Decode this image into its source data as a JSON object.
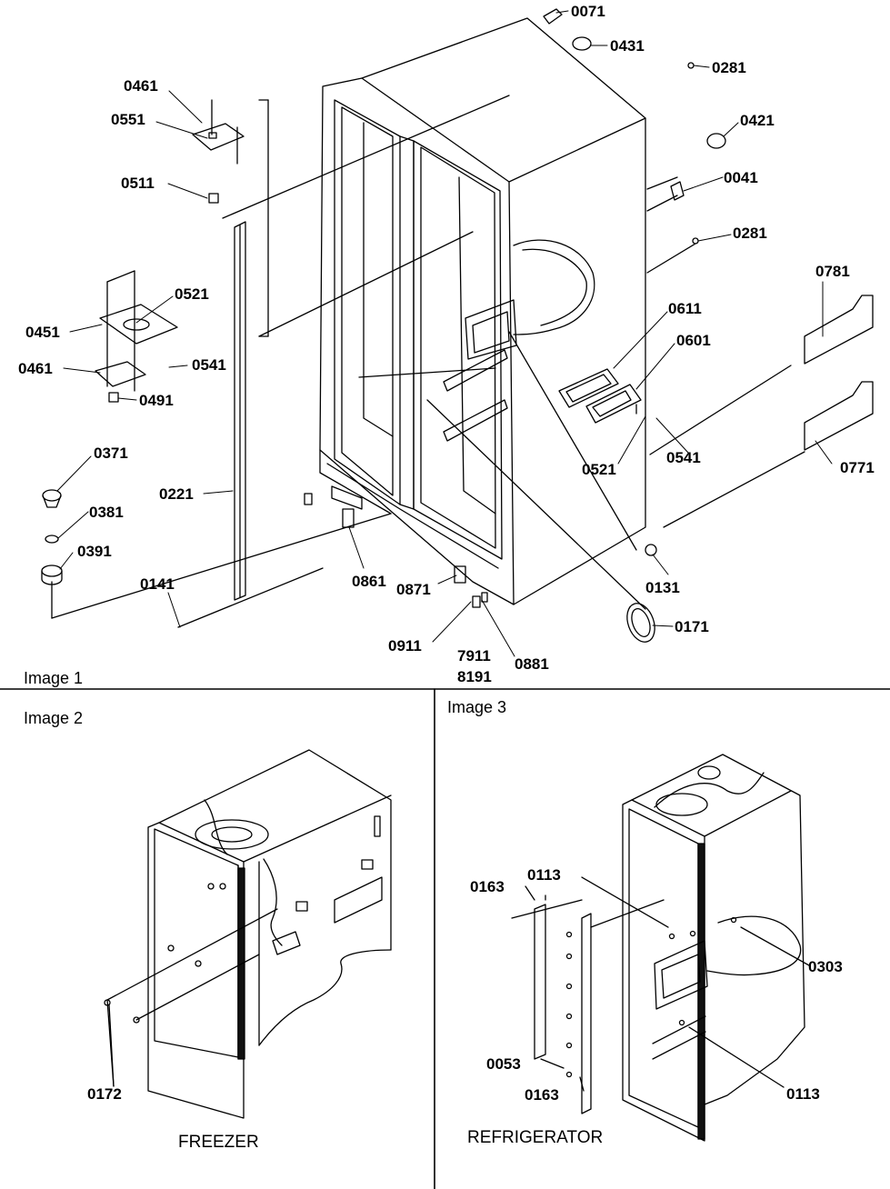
{
  "panels": {
    "image1": "Image 1",
    "image2": "Image 2",
    "image3": "Image 3"
  },
  "captions": {
    "freezer": "FREEZER",
    "refrigerator": "REFRIGERATOR"
  },
  "parts": {
    "p0071": "0071",
    "p0431": "0431",
    "p0281a": "0281",
    "p0421": "0421",
    "p0041": "0041",
    "p0281b": "0281",
    "p0461a": "0461",
    "p0551": "0551",
    "p0511": "0511",
    "p0521a": "0521",
    "p0451": "0451",
    "p0541a": "0541",
    "p0461b": "0461",
    "p0491": "0491",
    "p0781": "0781",
    "p0611": "0611",
    "p0601": "0601",
    "p0521b": "0521",
    "p0541b": "0541",
    "p0771": "0771",
    "p0371": "0371",
    "p0381": "0381",
    "p0391": "0391",
    "p0221": "0221",
    "p0141": "0141",
    "p0861": "0861",
    "p0871": "0871",
    "p0911": "0911",
    "p7911": "7911",
    "p8191": "8191",
    "p0881": "0881",
    "p0131": "0131",
    "p0171": "0171",
    "p0172": "0172",
    "p0163a": "0163",
    "p0113a": "0113",
    "p0303": "0303",
    "p0053": "0053",
    "p0163b": "0163",
    "p0113b": "0113"
  }
}
